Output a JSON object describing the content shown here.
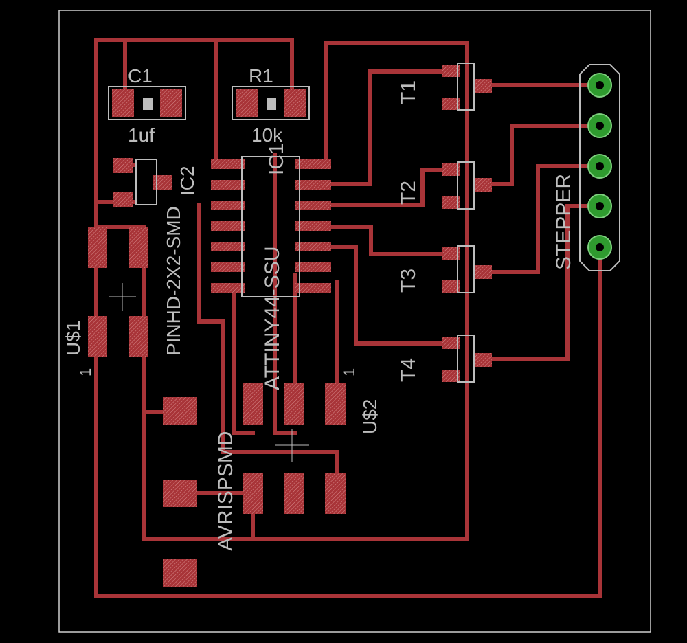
{
  "theme": {
    "background": "#000000",
    "trace_color": "#a83438",
    "pad_color": "#a83438",
    "silkscreen_color": "#bdbdbd",
    "board_outline_color": "#cfcfcf",
    "header_pad_color": "#2f9b2f"
  },
  "labels": {
    "c1_name": "C1",
    "c1_value": "1uf",
    "r1_name": "R1",
    "r1_value": "10k",
    "ic1_name": "IC1",
    "ic1_package": "ATTINY44-SSU",
    "ic2_name": "IC2",
    "ic2_package": "PINHD-2X2-SMD",
    "u1_name": "U$1",
    "u1_pin1": "1",
    "u2_name": "U$2",
    "u2_pin1": "1",
    "avrisp": "AVRISPSMD",
    "t1": "T1",
    "t2": "T2",
    "t3": "T3",
    "t4": "T4",
    "stepper": "STEPPER"
  }
}
